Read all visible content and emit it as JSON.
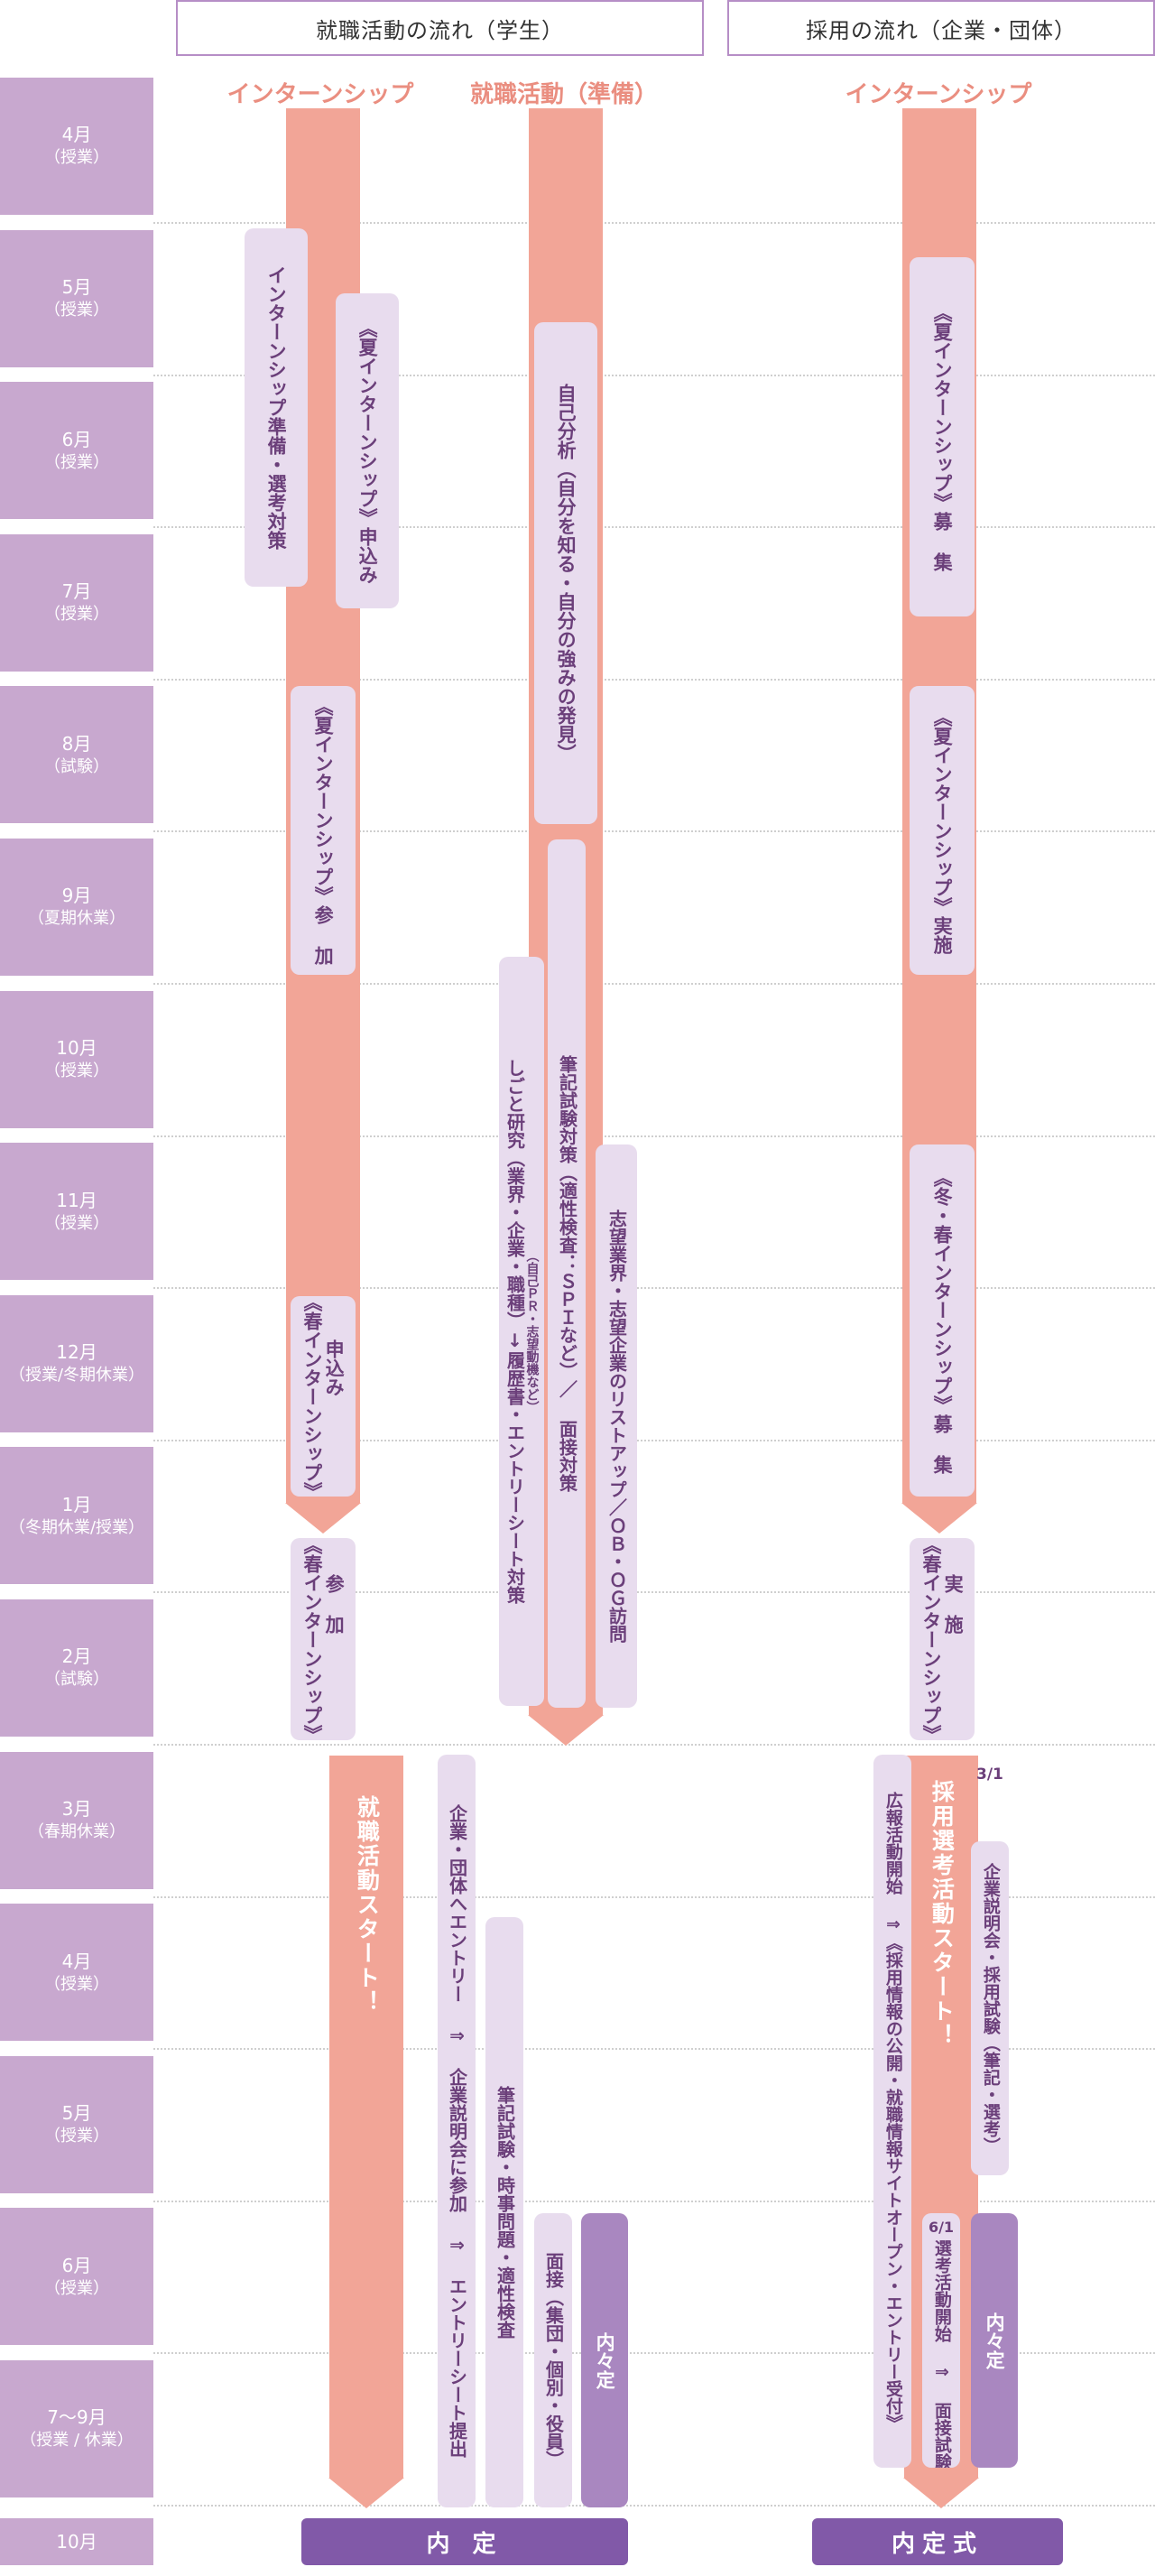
{
  "headers": {
    "student": "就職活動の流れ（学生）",
    "company": "採用の流れ（企業・団体）"
  },
  "months": [
    {
      "m": "4月",
      "sub": "（授業）"
    },
    {
      "m": "5月",
      "sub": "（授業）"
    },
    {
      "m": "6月",
      "sub": "（授業）"
    },
    {
      "m": "7月",
      "sub": "（授業）"
    },
    {
      "m": "8月",
      "sub": "（試験）"
    },
    {
      "m": "9月",
      "sub": "（夏期休業）"
    },
    {
      "m": "10月",
      "sub": "（授業）"
    },
    {
      "m": "11月",
      "sub": "（授業）"
    },
    {
      "m": "12月",
      "sub": "（授業/冬期休業）"
    },
    {
      "m": "1月",
      "sub": "（冬期休業/授業）"
    },
    {
      "m": "2月",
      "sub": "（試験）"
    },
    {
      "m": "3月",
      "sub": "（春期休業）"
    },
    {
      "m": "4月",
      "sub": "（授業）"
    },
    {
      "m": "5月",
      "sub": "（授業）"
    },
    {
      "m": "6月",
      "sub": "（授業）"
    },
    {
      "m": "7～9月",
      "sub": "（授業 / 休業）"
    },
    {
      "m": "10月",
      "sub": ""
    }
  ],
  "columns": {
    "internship": "インターンシップ",
    "prep": "就職活動（準備）",
    "company_internship": "インターンシップ"
  },
  "student_boxes": {
    "intern_prep": "インターンシップ準備・選考対策",
    "summer_apply": "《夏インターンシップ》申込み",
    "summer_join": "《夏インターンシップ》参 加",
    "spring_apply_a": "《春インターンシップ》",
    "spring_apply_b": "申込み",
    "spring_join_a": "《春インターンシップ》",
    "spring_join_b": "参 加",
    "self_analysis": "自己分析（自分を知る・自分の強みの発見）",
    "job_research_main": "しごと研究（業界・企業・職種）↓履歴書・エントリーシート対策",
    "job_research_small": "（自己ＰＲ・志望動機など）",
    "written_test": "筆記試験対策（適性検査：ＳＰＩなど）／ 面接対策",
    "target_list": "志望業界・志望企業のリストアップ／ＯＢ・ＯＧ訪問",
    "job_start": "就職活動スタート！",
    "entry": "企業・団体へエントリー ⇒ 企業説明会に参加 ⇒ エントリーシート提出",
    "exam": "筆記試験・時事問題・適性検査",
    "interview": "面接（集団・個別・役員）",
    "naiteii": "内々定"
  },
  "company_boxes": {
    "summer_recruit": "《夏インターンシップ》募 集",
    "summer_exec": "《夏インターンシップ》実施",
    "winter_recruit": "《冬・春インターンシップ》募 集",
    "spring_exec_a": "《春インターンシップ》",
    "spring_exec_b": "実 施",
    "pr_start": "広報活動開始 ⇒《採用情報の公開・就職情報サイトオープン・エントリー受付》",
    "recruit_start": "採用選考活動スタート！",
    "date_31": "3/1",
    "briefing": "企業説明会・採用試験（筆記・選考）",
    "date_61": "6/1",
    "selection": "選考活動開始 ⇒ 面接試験",
    "naiteii": "内々定"
  },
  "bottom": {
    "student": "内 定",
    "company": "内定式"
  }
}
